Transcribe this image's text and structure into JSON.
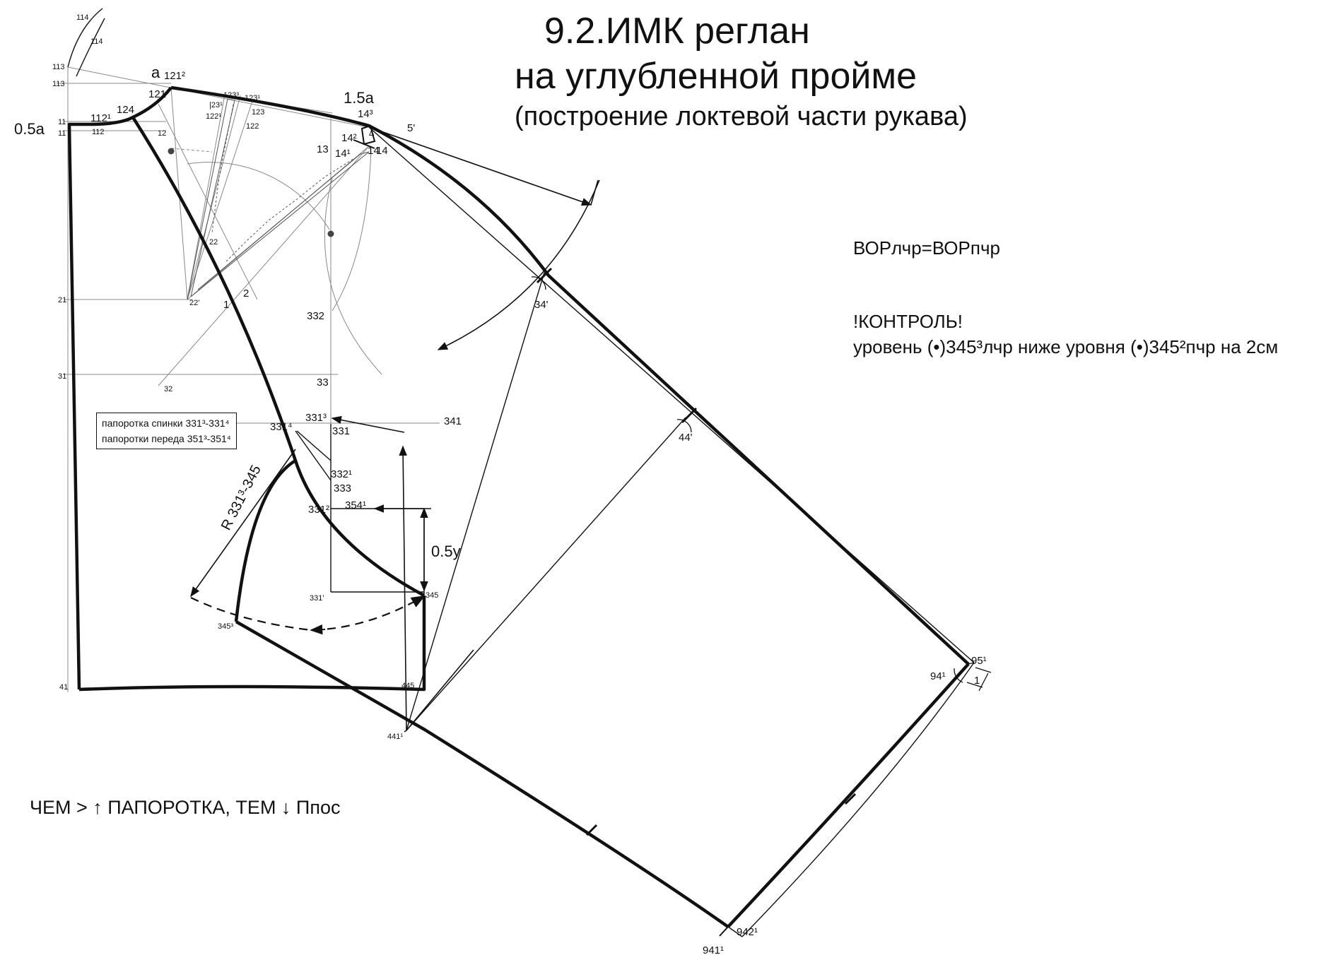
{
  "title": {
    "line1": "9.2.ИМК реглан",
    "line2": "на углубленной пройме",
    "line3": "(построение локтевой части рукава)"
  },
  "notes": {
    "equation": "ВОРлчр=ВОРпчр",
    "control_title": "!КОНТРОЛЬ!",
    "control_text": "уровень (•)345³лчр ниже уровня (•)345²пчр на 2см",
    "bottom": "ЧЕМ > ↑ ПАПОРОТКА, ТЕМ ↓ Ппос"
  },
  "legend": {
    "line1": "папоротка спинки 331³-331⁴",
    "line2": "папоротки переда 351³-351⁴"
  },
  "labels": {
    "p114_top": "114",
    "p114": "114",
    "p113_1": "113",
    "p113": "113",
    "p11_1": "11",
    "p11": "11",
    "p112_1": "112¹",
    "p112": "112",
    "p124": "124",
    "p12": "12",
    "a": "a",
    "p121_2": "121²",
    "p121_3": "121",
    "p123_3": "123³",
    "p123_1": "123¹",
    "p123_2": "|23¹",
    "p122_1": "122¹",
    "p123": "123",
    "p122": "122",
    "a15": "1.5a",
    "p14_3": "14³",
    "p5_1": "5'",
    "p14_2": "14²",
    "p13": "13",
    "p14_1": "14¹",
    "p14": "14",
    "p14_4": "14",
    "delta": "Δ",
    "a05": "0.5a",
    "p22": "22",
    "p22_1": "22'",
    "p21": "21",
    "n1": "1",
    "n2": "2",
    "p332": "332",
    "p31": "31",
    "p32": "32",
    "p33": "33",
    "p341": "341",
    "p331_4": "331⁴",
    "p331_3": "331³",
    "p331": "331",
    "p332_1": "332¹",
    "p333": "333",
    "p331_2": "331²",
    "p354_1": "354¹",
    "y05": "0.5y",
    "p331_1": "331'",
    "p345": "345",
    "p345_3": "345³",
    "radius": "R 331³-345",
    "p34_1": "34'",
    "p44_1": "44'",
    "p41": "41",
    "p445": "445",
    "p441_1": "441¹",
    "p95_1": "95¹",
    "p94_1": "94¹",
    "n1_right": "1",
    "p942_1": "942¹",
    "p941_1": "941¹"
  },
  "colors": {
    "ink": "#111111",
    "construction": "#888888"
  }
}
